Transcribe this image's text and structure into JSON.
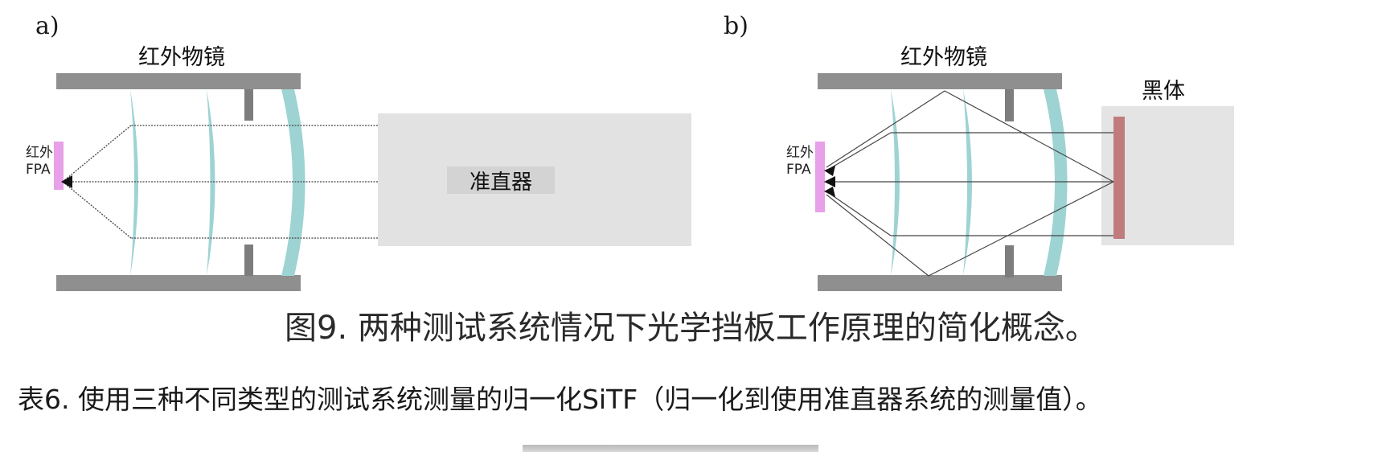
{
  "panel_a": {
    "label": "a)",
    "lens_title": "红外物镜",
    "fpa_line1": "红外",
    "fpa_line2": "FPA",
    "collimator": "准直器"
  },
  "panel_b": {
    "label": "b)",
    "lens_title": "红外物镜",
    "fpa_line1": "红外",
    "fpa_line2": "FPA",
    "blackbody": "黑体"
  },
  "figure_caption": "图9. 两种测试系统情况下光学挡板工作原理的简化概念。",
  "table_caption": "表6. 使用三种不同类型的测试系统测量的归一化SiTF（归一化到使用准直器系统的测量值）。",
  "colors": {
    "housing": "#8f8f8f",
    "baffle": "#7d7d7d",
    "lens": "#9ed3d3",
    "fpa": "#e8a0e8",
    "collimator_box": "#e2e2e2",
    "blackbody_box": "#e4e4e4",
    "blackbody_plate": "#c07c7c",
    "ray": "#444444"
  }
}
